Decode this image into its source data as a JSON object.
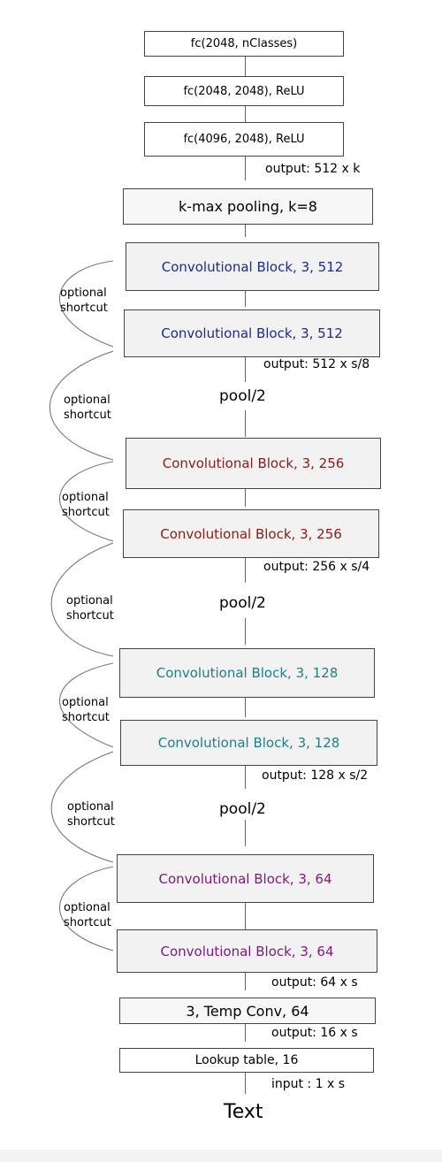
{
  "colors": {
    "block_512": "#1f2a8a",
    "block_256": "#8b1a1a",
    "block_128": "#1f7f86",
    "block_64": "#7a1a7a",
    "border": "#444444",
    "connector": "#666666"
  },
  "layers": {
    "fc_out": "fc(2048, nClasses)",
    "fc_2": "fc(2048, 2048), ReLU",
    "fc_1": "fc(4096, 2048), ReLU",
    "kmax": "k-max pooling, k=8",
    "conv_512_b": "Convolutional Block, 3, 512",
    "conv_512_a": "Convolutional Block, 3, 512",
    "conv_256_b": "Convolutional Block, 3, 256",
    "conv_256_a": "Convolutional Block, 3, 256",
    "conv_128_b": "Convolutional Block, 3, 128",
    "conv_128_a": "Convolutional Block, 3, 128",
    "conv_64_b": "Convolutional Block, 3, 64",
    "conv_64_a": "Convolutional Block, 3, 64",
    "temp_conv": "3, Temp Conv, 64",
    "lookup": "Lookup table, 16",
    "text": "Text"
  },
  "outputs": {
    "kmax_out": "output: 512 x k",
    "s8": "output: 512 x s/8",
    "s4": "output: 256 x s/4",
    "s2": "output: 128 x s/2",
    "s": "output: 64 x s",
    "temp": "output: 16 x s",
    "input": "input :  1 x s"
  },
  "pools": {
    "p1": "pool/2",
    "p2": "pool/2",
    "p3": "pool/2"
  },
  "shortcut": {
    "line1": "optional",
    "line2": "shortcut"
  }
}
